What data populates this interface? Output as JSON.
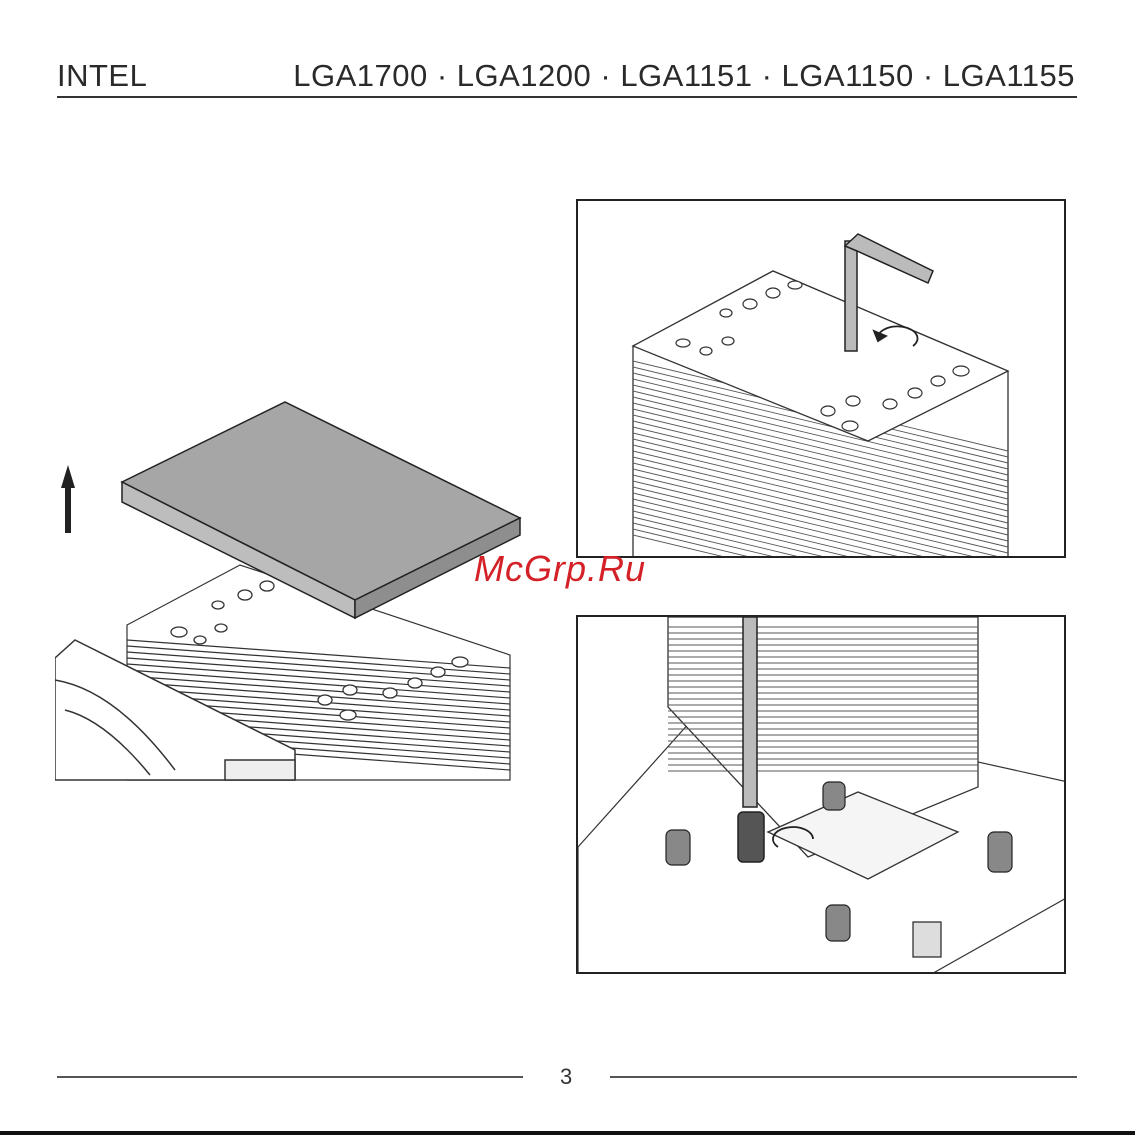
{
  "header": {
    "brand": "INTEL",
    "sockets": "LGA1700 · LGA1200 · LGA1151 · LGA1150 · LGA1155"
  },
  "watermark": "McGrp.Ru",
  "footer": {
    "page_number": "3"
  },
  "colors": {
    "watermark": "#d42027",
    "line": "#222222",
    "fill_gray": "#a6a6a6"
  }
}
